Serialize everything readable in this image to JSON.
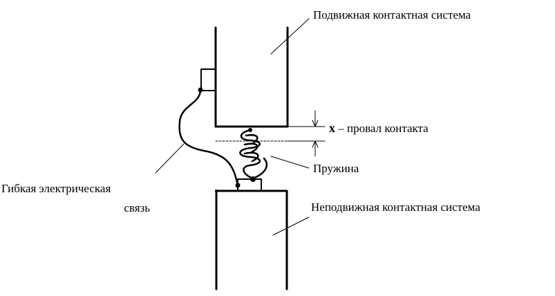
{
  "labels": {
    "moving_system": "Подвижная контактная система",
    "gap_symbol": "x",
    "gap_text": " – провал контакта",
    "spring": "Пружина",
    "flex_line1": "Гибкая электрическая",
    "flex_line2": "связь",
    "fixed_system": "Неподвижная контактная система"
  },
  "colors": {
    "ink": "#000000",
    "background": "#ffffff"
  }
}
